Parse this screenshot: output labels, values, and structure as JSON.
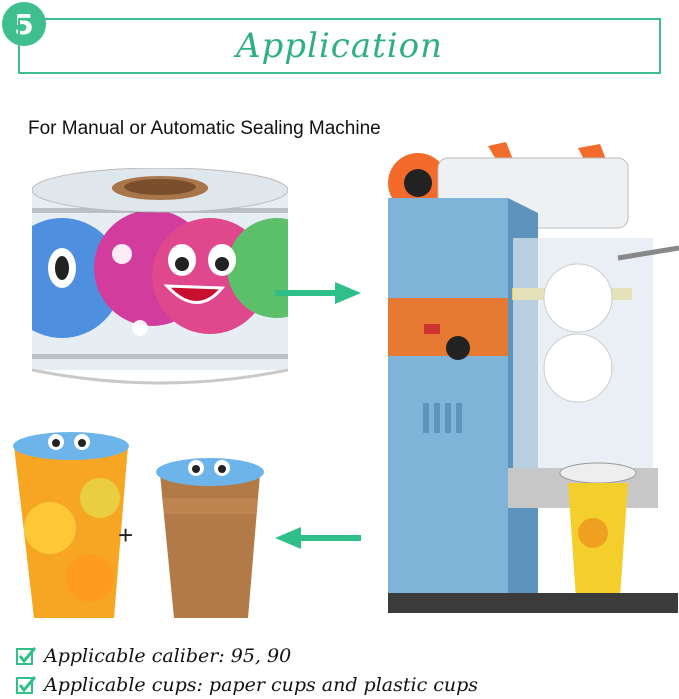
{
  "step": {
    "number": "5"
  },
  "title": "Application",
  "subtitle": "For Manual or Automatic Sealing Machine",
  "features": [
    {
      "text": "Applicable caliber: 95, 90",
      "icon": "check-icon"
    },
    {
      "text": "Applicable cups: paper cups and plastic cups",
      "icon": "check-icon"
    }
  ],
  "plus_sign": "+",
  "colors": {
    "accent": "#3fbf8f",
    "machine_blue": "#7fb3d8",
    "machine_orange": "#f26b2a"
  }
}
